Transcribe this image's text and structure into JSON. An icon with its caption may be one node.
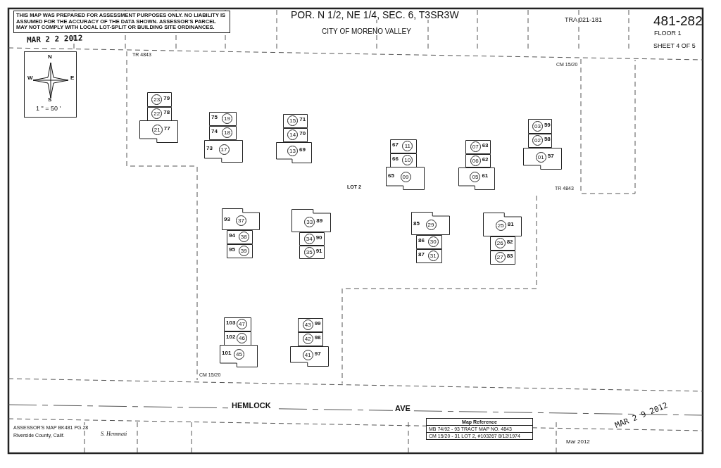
{
  "diagram": {
    "title": "POR. N 1/2, NE 1/4, SEC. 6, T3SR3W",
    "nodes": [
      {
        "text": [
          "THIS MAP WAS PREPARED FOR ASSESSMENT PURPOSES ONLY. NO LIABILITY IS ASSUMED FOR THE ACCURACY OF THE DATA SHOWN. ASSESSOR'S PARCEL MAY NOT COMPLY WITH LOCAL LOT-SPLIT OR BUILDING SITE ORDINANCES."
        ]
      },
      {
        "text": [
          "N",
          "W",
          "E",
          "S",
          "1 \" = 50 '"
        ]
      },
      {
        "text": [
          "79"
        ]
      },
      {
        "text": [
          "23"
        ],
        "in": 2
      },
      {
        "text": [
          "78"
        ]
      },
      {
        "text": [
          "22"
        ],
        "in": 4
      },
      {
        "text": [
          "77"
        ]
      },
      {
        "text": [
          "21"
        ],
        "in": 6
      },
      {
        "text": [
          "75"
        ]
      },
      {
        "text": [
          "19"
        ],
        "in": 8
      },
      {
        "text": [
          "74"
        ]
      },
      {
        "text": [
          "18"
        ],
        "in": 10
      },
      {
        "text": [
          "73"
        ]
      },
      {
        "text": [
          "17"
        ],
        "in": 12
      },
      {
        "text": [
          "71"
        ]
      },
      {
        "text": [
          "15"
        ],
        "in": 14
      },
      {
        "text": [
          "70"
        ]
      },
      {
        "text": [
          "14"
        ],
        "in": 16
      },
      {
        "text": [
          "69"
        ]
      },
      {
        "text": [
          "13"
        ],
        "in": 18
      },
      {
        "text": [
          "67"
        ]
      },
      {
        "text": [
          "11"
        ],
        "in": 20
      },
      {
        "text": [
          "66"
        ]
      },
      {
        "text": [
          "10"
        ],
        "in": 22
      },
      {
        "text": [
          "65"
        ]
      },
      {
        "text": [
          "09"
        ],
        "in": 24
      },
      {
        "text": [
          "63"
        ]
      },
      {
        "text": [
          "07"
        ],
        "in": 26
      },
      {
        "text": [
          "62"
        ]
      },
      {
        "text": [
          "06"
        ],
        "in": 28
      },
      {
        "text": [
          "61"
        ]
      },
      {
        "text": [
          "05"
        ],
        "in": 30
      },
      {
        "text": [
          "59"
        ]
      },
      {
        "text": [
          "03"
        ],
        "in": 32
      },
      {
        "text": [
          "58"
        ]
      },
      {
        "text": [
          "02"
        ],
        "in": 34
      },
      {
        "text": [
          "57"
        ]
      },
      {
        "text": [
          "01"
        ],
        "in": 36
      },
      {
        "text": [
          "93"
        ]
      },
      {
        "text": [
          "37"
        ],
        "in": 38
      },
      {
        "text": [
          "94"
        ]
      },
      {
        "text": [
          "38"
        ],
        "in": 40
      },
      {
        "text": [
          "95"
        ]
      },
      {
        "text": [
          "39"
        ],
        "in": 42
      },
      {
        "text": [
          "89"
        ]
      },
      {
        "text": [
          "33"
        ],
        "in": 44
      },
      {
        "text": [
          "90"
        ]
      },
      {
        "text": [
          "34"
        ],
        "in": 46
      },
      {
        "text": [
          "91"
        ]
      },
      {
        "text": [
          "35"
        ],
        "in": 48
      },
      {
        "text": [
          "85"
        ]
      },
      {
        "text": [
          "29"
        ],
        "in": 50
      },
      {
        "text": [
          "86"
        ]
      },
      {
        "text": [
          "30"
        ],
        "in": 52
      },
      {
        "text": [
          "87"
        ]
      },
      {
        "text": [
          "31"
        ],
        "in": 54
      },
      {
        "text": [
          "81"
        ]
      },
      {
        "text": [
          "25"
        ],
        "in": 56
      },
      {
        "text": [
          "82"
        ]
      },
      {
        "text": [
          "26"
        ],
        "in": 58
      },
      {
        "text": [
          "83"
        ]
      },
      {
        "text": [
          "27"
        ],
        "in": 60
      },
      {
        "text": [
          "103"
        ]
      },
      {
        "text": [
          "47"
        ],
        "in": 62
      },
      {
        "text": [
          "102"
        ]
      },
      {
        "text": [
          "46"
        ],
        "in": 64
      },
      {
        "text": [
          "101"
        ]
      },
      {
        "text": [
          "45"
        ],
        "in": 66
      },
      {
        "text": [
          "99"
        ]
      },
      {
        "text": [
          "43"
        ],
        "in": 68
      },
      {
        "text": [
          "98"
        ]
      },
      {
        "text": [
          "42"
        ],
        "in": 70
      },
      {
        "text": [
          "97"
        ]
      },
      {
        "text": [
          "41"
        ],
        "in": 72
      },
      {
        "text": [
          "Map Reference",
          "MB 74/92 - 93 TRACT MAP NO. 4843",
          "CM 15/20 - 31 LOT 2, #103267 8/12/1974"
        ]
      }
    ],
    "labels": [
      "MAR 2 2 2012",
      "CITY OF MORENO VALLEY",
      "TRA 021-181",
      "481-282",
      "FLOOR 1",
      "SHEET 4 OF 5",
      "TR 4843",
      "CM 15/20",
      "LOT 2",
      "TR 4843",
      "CM 15/20",
      "HEMLOCK",
      "AVE",
      "ASSESSOR'S MAP BK481 PG.28",
      "Riverside County, Calif.",
      "S. Hemmati",
      "MAR 2 9 2012",
      "Mar 2012"
    ]
  }
}
